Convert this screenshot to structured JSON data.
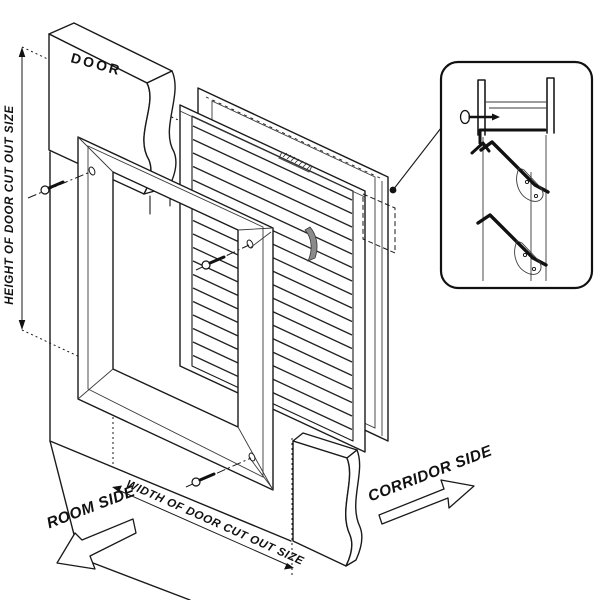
{
  "diagram": {
    "type": "exploded-isometric-technical-drawing",
    "subject": "door louver vision-kit installation",
    "background": "#ffffff",
    "line_color": "#1a1a1a",
    "clip_fill_color": "#8a8a8a",
    "labels": {
      "door": "DOOR",
      "height_dimension": "HEIGHT OF DOOR CUT OUT SIZE",
      "width_dimension": "WIDTH OF DOOR CUT OUT SIZE",
      "room_side": "ROOM SIDE",
      "corridor_side": "CORRIDOR SIDE"
    },
    "parts": {
      "door_upper": "door slab upper portion with break line",
      "door_lower": "door slab lower portion with break line",
      "room_side_frame": "room-side louver frame with screw holes",
      "louver_panel": "slatted louver core (18 blades)",
      "corridor_side_frame": "corridor-side frame (partially hidden lines)",
      "screws": 3,
      "detail_inset": "clip / blade cross-section detail bubble"
    }
  }
}
